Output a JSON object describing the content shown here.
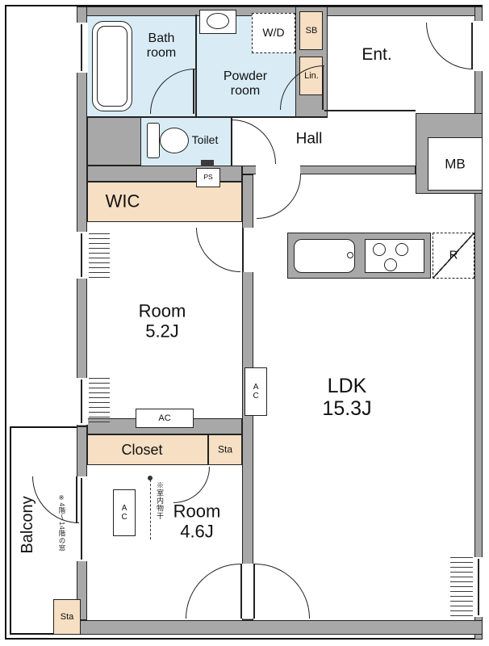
{
  "colors": {
    "wall_fill": "#a8a8a8",
    "wet_area_fill": "#d9ecf5",
    "storage_fill": "#f6dfc3",
    "line": "#222222",
    "floor": "#ffffff"
  },
  "rooms": {
    "bath": {
      "line1": "Bath",
      "line2": "room"
    },
    "powder": {
      "line1": "Powder",
      "line2": "room"
    },
    "wd": {
      "label": "W/D"
    },
    "sb": {
      "label": "SB"
    },
    "lin": {
      "label": "Lin."
    },
    "ent": {
      "label": "Ent."
    },
    "hall": {
      "label": "Hall"
    },
    "toilet": {
      "label": "Toilet"
    },
    "mb": {
      "label": "MB"
    },
    "wic": {
      "label": "WIC"
    },
    "ps": {
      "label": "PS"
    },
    "room_52": {
      "line1": "Room",
      "line2": "5.2J"
    },
    "ldk": {
      "line1": "LDK",
      "line2": "15.3J"
    },
    "fridge": {
      "label": "R"
    },
    "closet": {
      "label": "Closet"
    },
    "sta_indoor": {
      "label": "Sta"
    },
    "room_46": {
      "line1": "Room",
      "line2": "4.6J"
    },
    "balcony": {
      "label": "Balcony"
    },
    "sta_balcony": {
      "label": "Sta"
    }
  },
  "equipment": {
    "ac_room52": "AC",
    "ac_ldk": "AC",
    "ac_room46": "AC"
  },
  "notes": {
    "indoor_drying": "※室内物干",
    "balcony_window": "※4階〜14階の窓"
  }
}
